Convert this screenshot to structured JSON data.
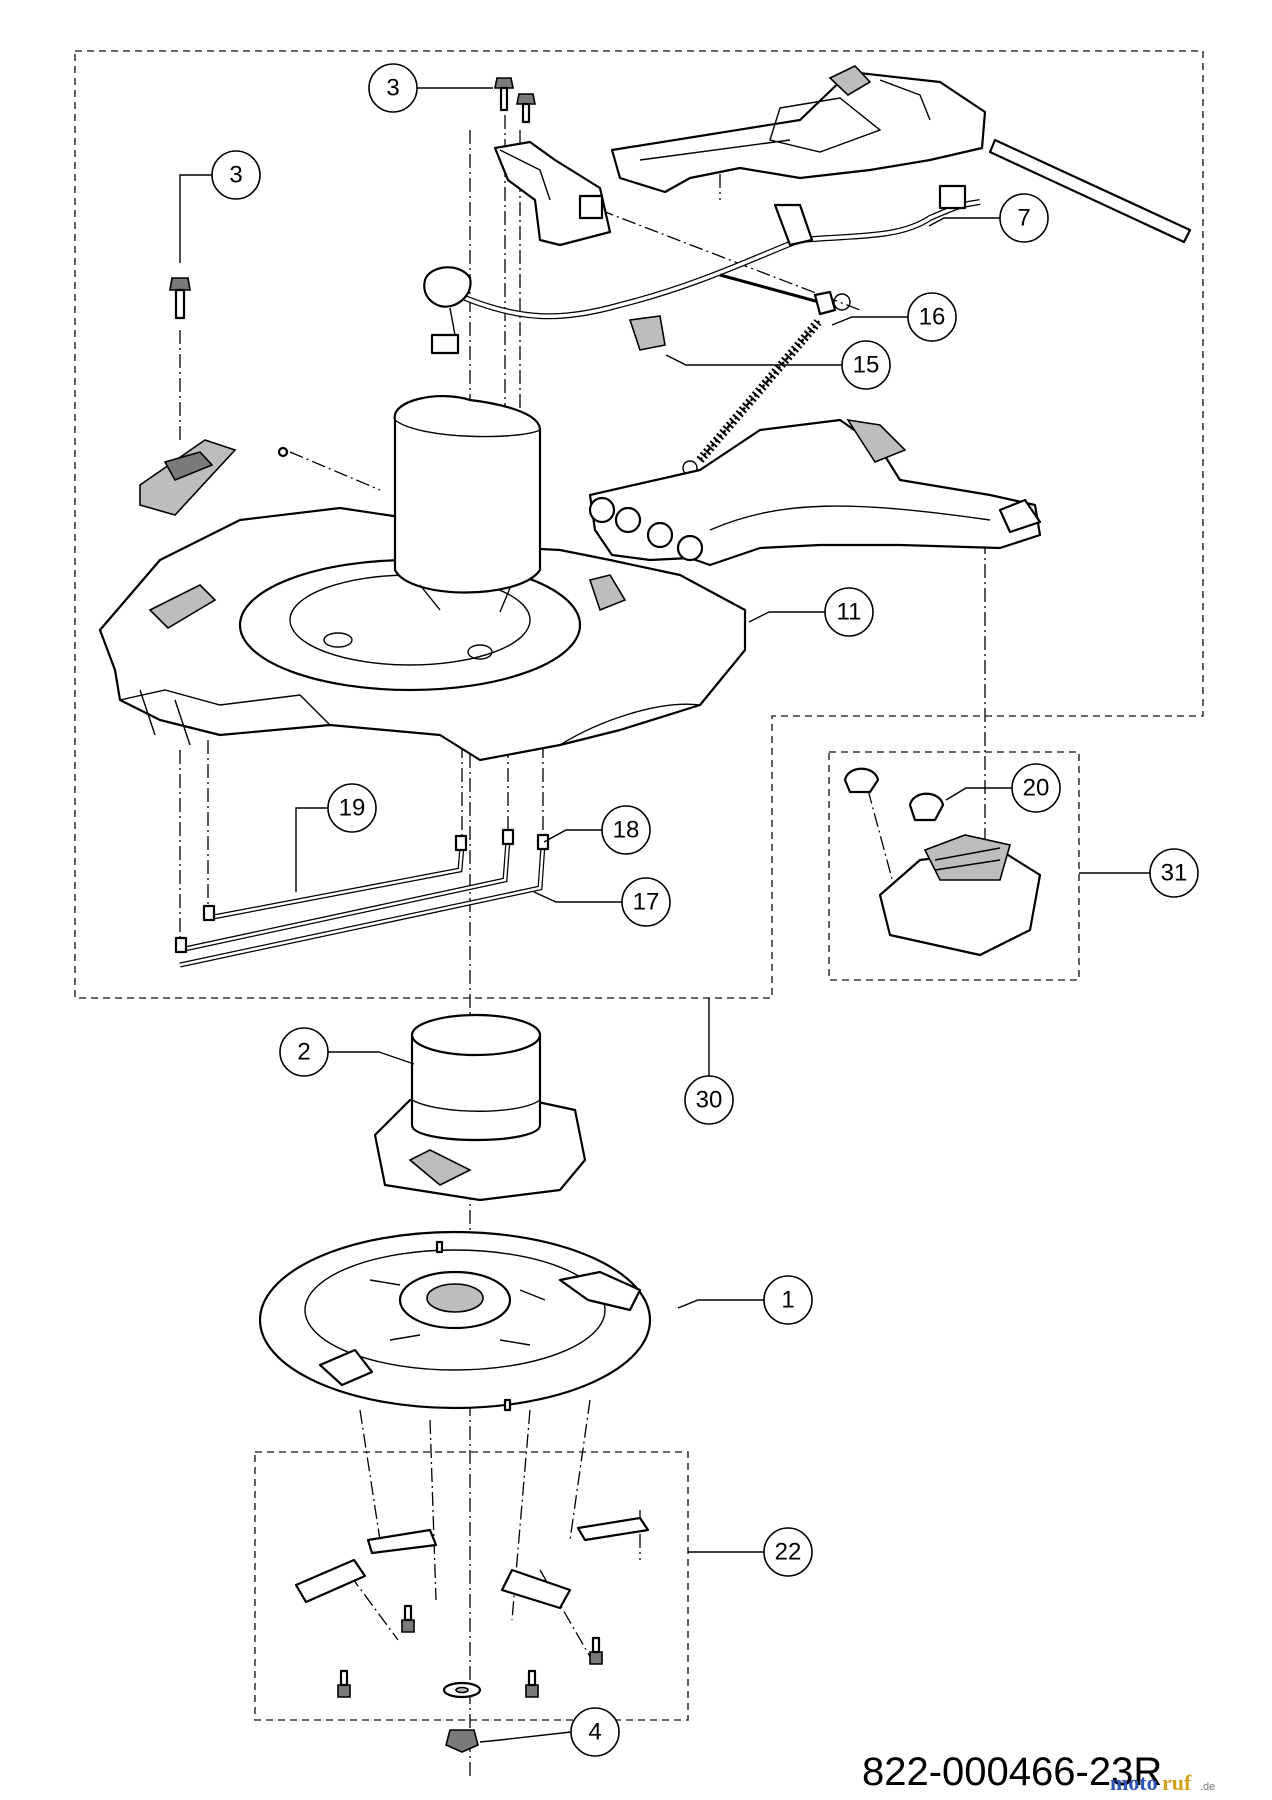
{
  "diagram": {
    "reference_code": "822-000466-23R",
    "watermark": {
      "part1": "moto",
      "part2": "ruf",
      "suffix": ".de"
    },
    "callouts": [
      {
        "id": "c3a",
        "label": "3"
      },
      {
        "id": "c3b",
        "label": "3"
      },
      {
        "id": "c7",
        "label": "7"
      },
      {
        "id": "c16",
        "label": "16"
      },
      {
        "id": "c15",
        "label": "15"
      },
      {
        "id": "c11",
        "label": "11"
      },
      {
        "id": "c19",
        "label": "19"
      },
      {
        "id": "c18",
        "label": "18"
      },
      {
        "id": "c17",
        "label": "17"
      },
      {
        "id": "c20",
        "label": "20"
      },
      {
        "id": "c31",
        "label": "31"
      },
      {
        "id": "c30",
        "label": "30"
      },
      {
        "id": "c2",
        "label": "2"
      },
      {
        "id": "c1",
        "label": "1"
      },
      {
        "id": "c22",
        "label": "22"
      },
      {
        "id": "c4",
        "label": "4"
      }
    ]
  }
}
